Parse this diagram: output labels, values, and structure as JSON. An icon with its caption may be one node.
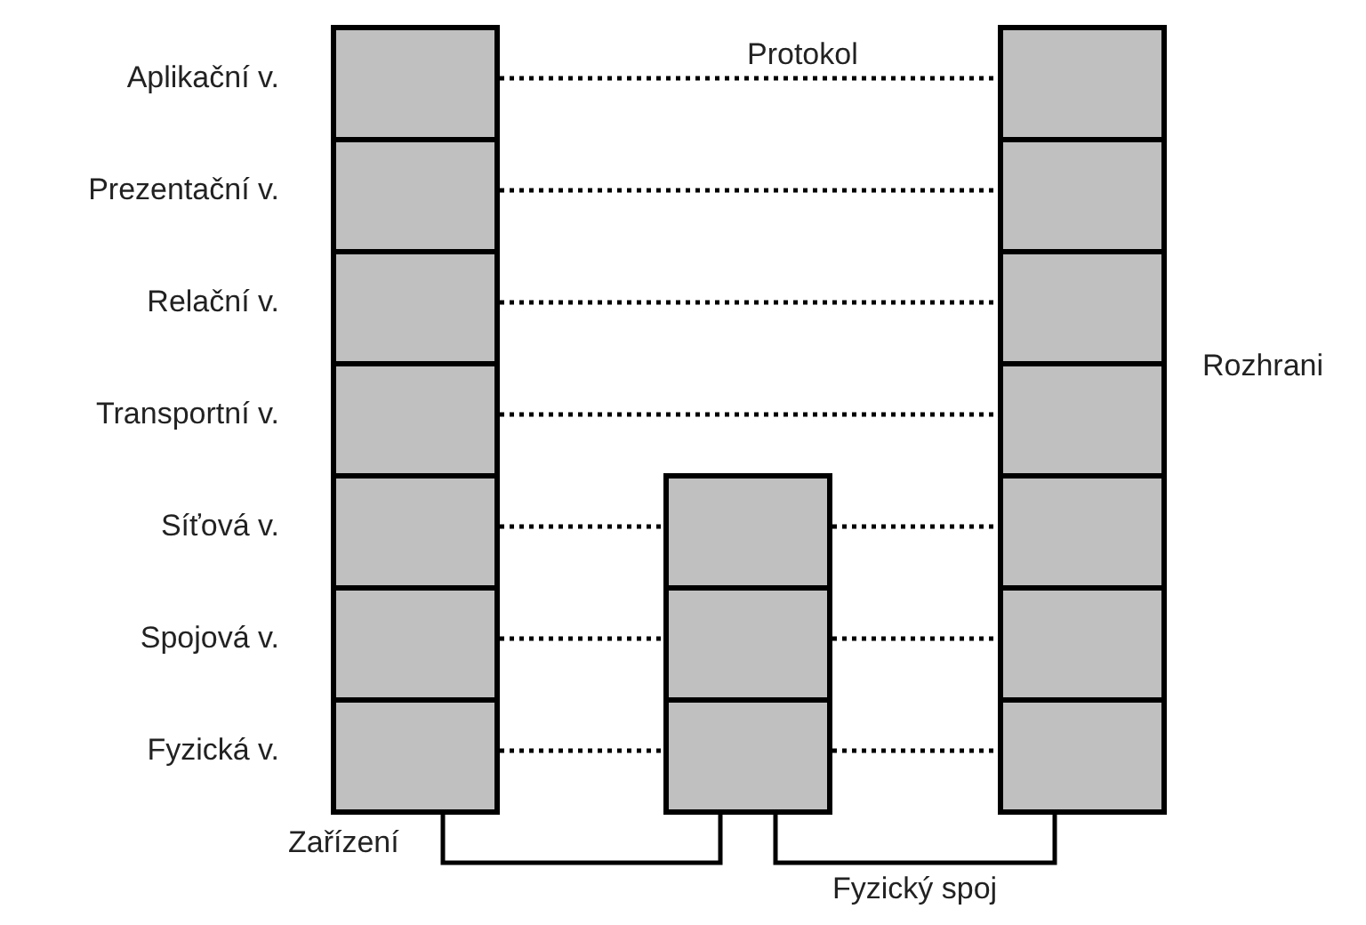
{
  "diagram": {
    "nodes": [
      {
        "text": [],
        "shape": "box",
        "beside": [
          "Aplikační v."
        ]
      },
      {
        "text": [],
        "shape": "box",
        "beside": [
          "Prezentační v."
        ]
      },
      {
        "text": [],
        "shape": "box",
        "beside": [
          "Relační v."
        ]
      },
      {
        "text": [],
        "shape": "box",
        "beside": [
          "Transportní v."
        ]
      },
      {
        "text": [],
        "shape": "box",
        "beside": [
          "Síťová v."
        ]
      },
      {
        "text": [],
        "shape": "box",
        "beside": [
          "Spojová v."
        ]
      },
      {
        "text": [],
        "shape": "box",
        "beside": [
          "Fyzická v."
        ]
      },
      {
        "text": [],
        "shape": "box"
      },
      {
        "text": [],
        "shape": "box"
      },
      {
        "text": [],
        "shape": "box"
      },
      {
        "text": [],
        "shape": "box"
      },
      {
        "text": [],
        "shape": "box"
      },
      {
        "text": [],
        "shape": "box"
      },
      {
        "text": [],
        "shape": "box"
      },
      {
        "text": [],
        "shape": "box"
      },
      {
        "text": [],
        "shape": "box"
      },
      {
        "text": [],
        "shape": "box"
      }
    ],
    "edges": [
      {
        "from": 0,
        "to": 10,
        "arrow": "none",
        "style": "dashed",
        "label": "Protokol"
      },
      {
        "from": 1,
        "to": 11,
        "arrow": "none",
        "style": "dashed"
      },
      {
        "from": 2,
        "to": 12,
        "arrow": "none",
        "style": "dashed"
      },
      {
        "from": 3,
        "to": 13,
        "arrow": "none",
        "style": "dashed"
      },
      {
        "from": 4,
        "to": 7,
        "arrow": "none",
        "style": "dashed"
      },
      {
        "from": 7,
        "to": 14,
        "arrow": "none",
        "style": "dashed"
      },
      {
        "from": 5,
        "to": 8,
        "arrow": "none",
        "style": "dashed"
      },
      {
        "from": 8,
        "to": 15,
        "arrow": "none",
        "style": "dashed"
      },
      {
        "from": 6,
        "to": 9,
        "arrow": "none",
        "style": "dashed"
      },
      {
        "from": 9,
        "to": 16,
        "arrow": "none",
        "style": "dashed"
      },
      {
        "from": 6,
        "to": 9,
        "arrow": "none"
      },
      {
        "from": 9,
        "to": 16,
        "arrow": "none",
        "label": "Fyzický spoj"
      }
    ],
    "labels": [
      "Rozhrani",
      "Zařízení"
    ]
  }
}
